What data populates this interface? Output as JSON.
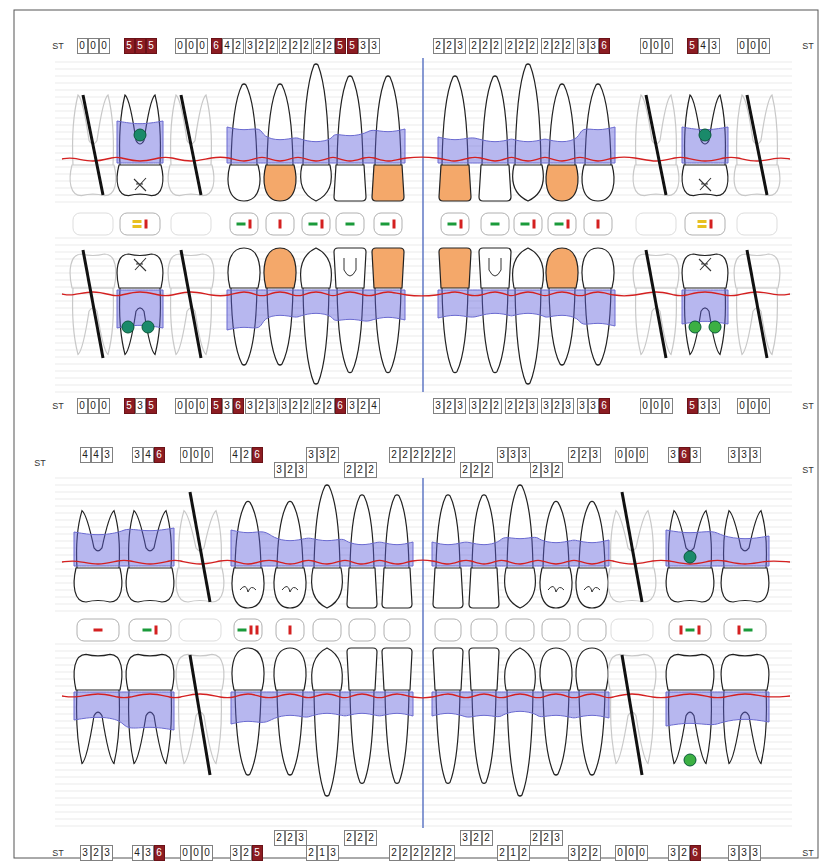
{
  "diagram": {
    "labels": [
      "ST",
      "0",
      "0",
      "0",
      "5",
      "5",
      "5",
      "0",
      "0",
      "0",
      "6",
      "4",
      "2",
      "3",
      "2",
      "2",
      "2",
      "2",
      "2",
      "2",
      "2",
      "5",
      "5",
      "3",
      "3",
      "2",
      "2",
      "3",
      "2",
      "2",
      "2",
      "2",
      "2",
      "2",
      "2",
      "2",
      "2",
      "3",
      "3",
      "6",
      "0",
      "0",
      "0",
      "5",
      "4",
      "3",
      "0",
      "0",
      "0",
      "ST",
      "ST",
      "0",
      "0",
      "0",
      "5",
      "3",
      "5",
      "0",
      "0",
      "0",
      "5",
      "3",
      "6",
      "3",
      "2",
      "3",
      "3",
      "2",
      "2",
      "2",
      "2",
      "6",
      "3",
      "2",
      "4",
      "3",
      "2",
      "3",
      "3",
      "2",
      "2",
      "2",
      "2",
      "3",
      "3",
      "2",
      "3",
      "3",
      "3",
      "6",
      "0",
      "0",
      "0",
      "5",
      "3",
      "3",
      "0",
      "0",
      "0",
      "ST",
      "ST",
      "4",
      "4",
      "3",
      "3",
      "4",
      "6",
      "0",
      "0",
      "0",
      "4",
      "2",
      "6",
      "3",
      "2",
      "3",
      "3",
      "3",
      "2",
      "2",
      "2",
      "2",
      "2",
      "2",
      "2",
      "2",
      "2",
      "2",
      "2",
      "2",
      "2",
      "3",
      "3",
      "3",
      "2",
      "3",
      "2",
      "2",
      "2",
      "3",
      "0",
      "0",
      "0",
      "3",
      "6",
      "3",
      "3",
      "3",
      "3",
      "ST",
      "ST",
      "3",
      "2",
      "3",
      "4",
      "3",
      "6",
      "0",
      "0",
      "0",
      "3",
      "2",
      "5",
      "2",
      "2",
      "3",
      "2",
      "1",
      "3",
      "2",
      "2",
      "2",
      "2",
      "2",
      "2",
      "2",
      "2",
      "2",
      "3",
      "2",
      "2",
      "2",
      "1",
      "2",
      "2",
      "2",
      "3",
      "3",
      "2",
      "2",
      "0",
      "0",
      "0",
      "3",
      "2",
      "6",
      "3",
      "3",
      "3",
      "ST"
    ]
  }
}
